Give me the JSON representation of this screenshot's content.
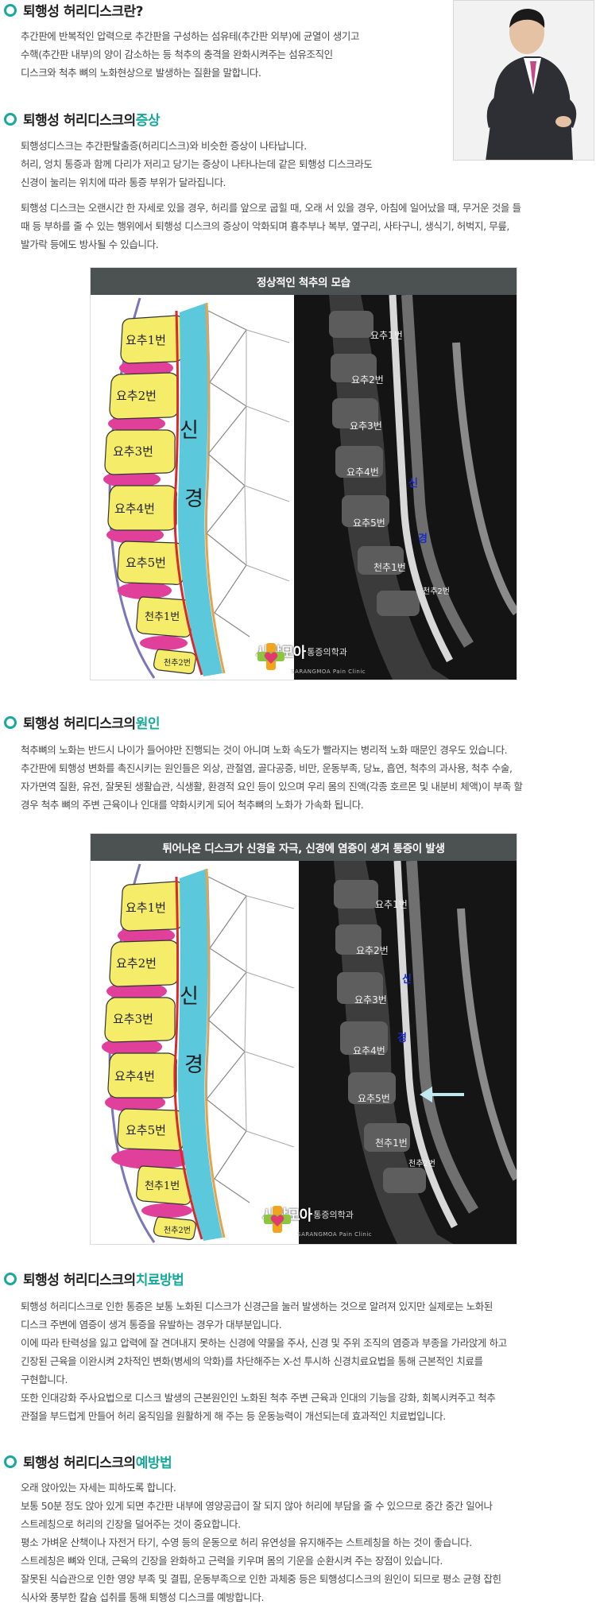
{
  "sections": {
    "definition": {
      "title": "퇴행성 허리디스크란?",
      "lines": [
        "추간판에 반복적인 압력으로 추간판을 구성하는 섬유테(추간판 외부)에 균열이 생기고",
        "수핵(추간판 내부)의 양이 감소하는 등 척추의 충격을 완화시켜주는 섬유조직인",
        "디스크와 척추 뼈의 노화현상으로 발생하는 질환을 말합니다."
      ]
    },
    "symptoms": {
      "title_main": "퇴행성 허리디스크의 ",
      "title_accent": "증상",
      "lines1": [
        "퇴행성디스크는 추간판탈출증(허리디스크)와 비슷한 증상이 나타납니다.",
        "허리, 엉치 통증과 함께 다리가 저리고 당기는 증상이 나타나는데 같은 퇴행성 디스크라도",
        "신경이 눌리는 위치에 따라 통증 부위가 달라집니다."
      ],
      "lines2": [
        "퇴행성 디스크는 오랜시간 한 자세로 있을 경우, 허리를 앞으로 굽힐 때, 오래 서 있을 경우, 아침에 일어났을 때, 무거운 것을 들",
        "때 등 부하를 줄 수 있는 행위에서 퇴행성 디스크의 증상이 악화되며 흉추부나 복부, 옆구리, 사타구니, 생식기, 허벅지, 무릎,",
        "발가락 등에도 방사될 수 있습니다."
      ]
    },
    "cause": {
      "title_main": "퇴행성 허리디스크의 ",
      "title_accent": "원인",
      "lines": [
        "척추뼈의 노화는 반드시 나이가 들어야만 진행되는 것이 아니며 노화 속도가 빨라지는 병리적 노화 때문인 경우도 있습니다.",
        "추간판에 퇴행성 변화를 촉진시키는 원인들은 외상, 관절염, 골다공증, 비만, 운동부족, 당뇨, 흡연, 척추의 과사용, 척추 수술,",
        "자가면역 질환, 유전, 잘못된 생활습관, 식생활, 환경적 요인 등이 있으며 우리 몸의 진액(각종 호르몬 및 내분비 체액)이 부족 할",
        "경우 척추 뼈의 주변 근육이나 인대를 약화시키게 되어 척추뼈의 노화가 가속화 됩니다."
      ]
    },
    "treatment": {
      "title_main": "퇴행성 허리디스크의 ",
      "title_accent": "치료방법",
      "lines": [
        "퇴행성 허리디스크로 인한 통증은 보통 노화된 디스크가 신경근을 눌러 발생하는 것으로 알려져 있지만 실제로는 노화된",
        "디스크 주변에 염증이 생겨 통증을 유발하는 경우가 대부분입니다.",
        "이에 따라 탄력성을 잃고 압력에 잘 견뎌내지 못하는 신경에 약물을 주사, 신경 및 주위 조직의 염증과 부종을 가라앉게 하고",
        "긴장된 근육을 이완시켜 2차적인 변화(병세의 악화)를 차단해주는 X-선 투시하 신경치료요법을 통해 근본적인 치료를",
        "구현합니다.",
        "또한 인대강화 주사요법으로 디스크 발생의 근본원인인 노화된 척추 주변 근육과 인대의 기능을 강화, 회복시켜주고 척추",
        "관절을 부드럽게 만들어 허리 움직임을 원활하게 해 주는 등 운동능력이 개선되는데 효과적인 치료법입니다."
      ]
    },
    "prevention": {
      "title_main": "퇴행성 허리디스크의 ",
      "title_accent": "예방법",
      "lines": [
        "오래 앉아있는 자세는 피하도록 합니다.",
        "보통 50분 정도 앉아 있게 되면 추간판 내부에 영양공급이 잘 되지 않아 허리에 부담을 줄 수 있으므로 중간 중간 일어나",
        "스트레칭으로 허리의 긴장을 덜어주는 것이 중요합니다.",
        "평소 가벼운 산책이나 자전거 타기, 수영 등의 운동으로 허리 유연성을 유지해주는 스트레칭을 하는 것이 좋습니다.",
        "스트레칭은 뼈와 인대, 근육의 긴장을 완화하고 근력을 키우며 몸의 기운을 순환시켜 주는 장점이 있습니다.",
        "잘못된 식습관으로 인한 영양 부족 및 결핍, 운동부족으로 인한 과체중 등은 퇴행성디스크의 원인이 되므로 평소 균형 잡힌",
        "식사와 풍부한 칼슘 섭취를 통해 퇴행성 디스크를 예방합니다."
      ]
    }
  },
  "figure1": {
    "caption": "정상적인 척추의 모습",
    "vertebrae": [
      "요추1번",
      "요추2번",
      "요추3번",
      "요추4번",
      "요추5번",
      "천추1번",
      "천추2번"
    ],
    "nerve_chars": [
      "신",
      "경"
    ],
    "mri_labels": [
      "요추1번",
      "요추2번",
      "요추3번",
      "요추4번",
      "요추5번",
      "천추1번",
      "천추2번"
    ],
    "mri_nerve": [
      "신",
      "경"
    ],
    "logo_name": "사랑모아",
    "logo_sub": "통증의학과",
    "logo_en": "SARANGMOA Pain Clinic"
  },
  "figure2": {
    "caption": "튀어나온 디스크가 신경을 자극, 신경에 염증이 생겨 통증이 발생",
    "vertebrae": [
      "요추1번",
      "요추2번",
      "요추3번",
      "요추4번",
      "요추5번",
      "천추1번",
      "천추2번"
    ],
    "nerve_chars": [
      "신",
      "경"
    ],
    "mri_labels": [
      "요추1번",
      "요추2번",
      "요추3번",
      "요추4번",
      "요추5번",
      "천추1번",
      "천추2번"
    ],
    "mri_nerve": [
      "신",
      "경"
    ],
    "logo_name": "사랑모아",
    "logo_sub": "통증의학과",
    "logo_en": "SARANGMOA Pain Clinic"
  },
  "colors": {
    "accent": "#17a99b",
    "vertebra": "#f5ec6a",
    "disc": "#e0409a",
    "nerve": "#5bc8db",
    "caption_bar": "#4c5252"
  }
}
